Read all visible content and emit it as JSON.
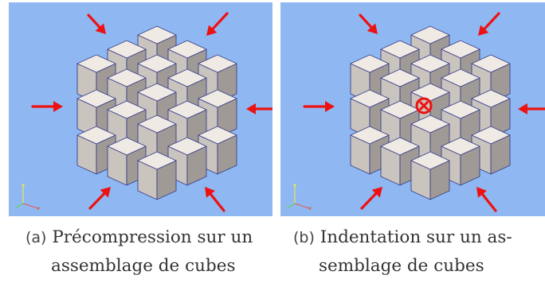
{
  "figures": [
    {
      "id": "a",
      "tag": "(a)",
      "caption_line1": "Précompression sur un",
      "caption_line2": "assemblage de cubes",
      "indenter": false
    },
    {
      "id": "b",
      "tag": "(b)",
      "caption_line1": "Indentation sur un as-",
      "caption_line2": "semblage de cubes",
      "indenter": true
    }
  ],
  "colors": {
    "background": "#8fb8f3",
    "cube_top": "#efeae4",
    "cube_left": "#c9c4be",
    "cube_right": "#9f9a95",
    "cube_edge": "#3b3f8a",
    "arrow": "#ee1111"
  },
  "icons": [
    "arrow-right-icon",
    "arrow-left-icon",
    "arrow-down-right-icon",
    "arrow-down-left-icon",
    "arrow-up-right-icon",
    "arrow-up-left-icon",
    "indent-target-icon",
    "axes-triad-icon"
  ]
}
